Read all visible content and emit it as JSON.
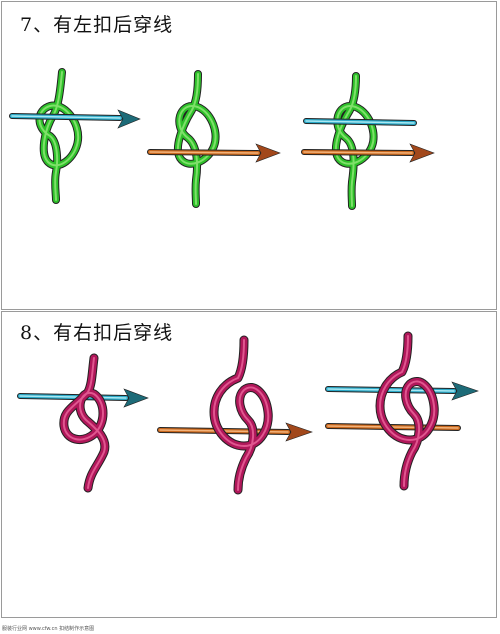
{
  "sections": [
    {
      "title": "7、有左扣后穿线"
    },
    {
      "title": "8、有右扣后穿线"
    }
  ],
  "footer_text": "服装行业网 www.cfw.cn 扣结制作示意图",
  "colors": {
    "green_cord": "#2ec02a",
    "green_cord_light": "#7fe06a",
    "magenta_cord": "#b0175a",
    "magenta_cord_light": "#e0568f",
    "cyan_thread": "#2aa9c8",
    "cyan_thread_light": "#a9e8f2",
    "orange_thread": "#c9671c",
    "orange_thread_light": "#f2b27a",
    "teal_arrow": "#1d6b78",
    "brown_arrow": "#a2481b"
  }
}
